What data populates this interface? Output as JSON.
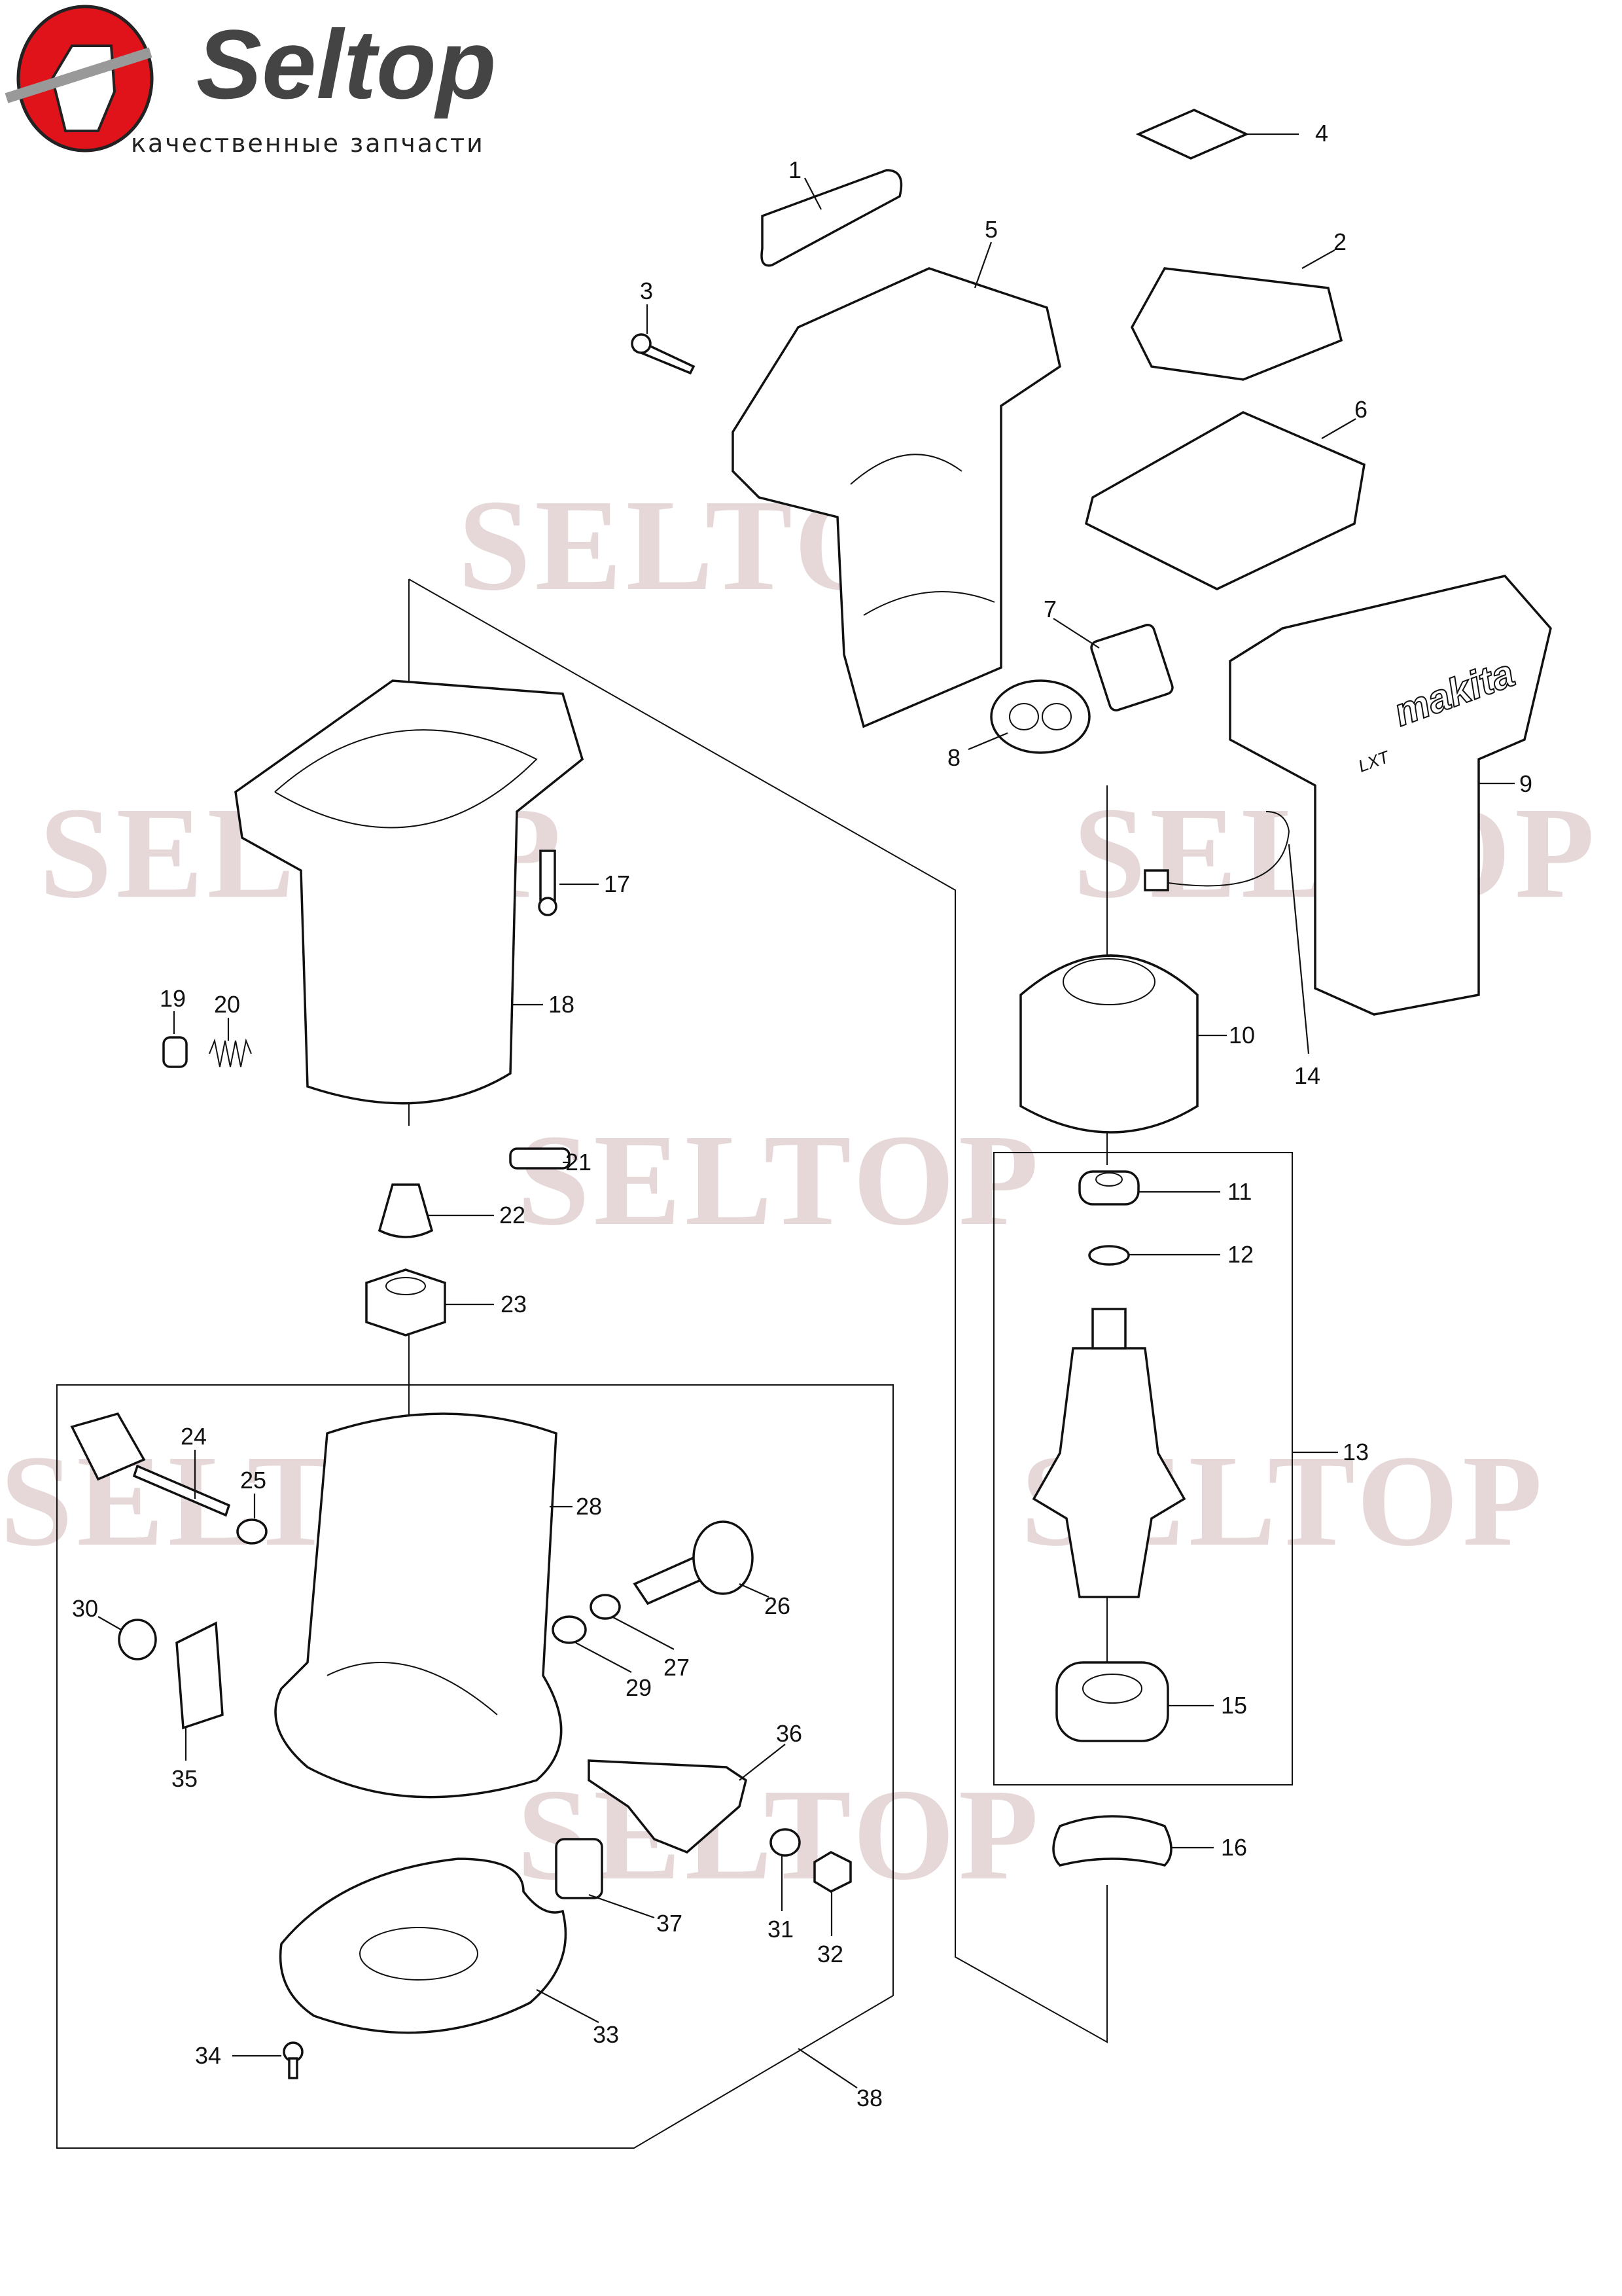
{
  "logo": {
    "brand": "Seltop",
    "tagline": "качественные запчасти",
    "accent_color": "#e0131b"
  },
  "watermark_text": "SELTOP",
  "brand_marks": {
    "housing_logo": "makita",
    "housing_badge": "LXT"
  },
  "callouts": [
    "1",
    "2",
    "3",
    "4",
    "5",
    "6",
    "7",
    "8",
    "9",
    "10",
    "11",
    "12",
    "13",
    "14",
    "15",
    "16",
    "17",
    "18",
    "19",
    "20",
    "21",
    "22",
    "23",
    "24",
    "25",
    "26",
    "27",
    "28",
    "29",
    "30",
    "31",
    "32",
    "33",
    "34",
    "35",
    "36",
    "37",
    "38"
  ]
}
